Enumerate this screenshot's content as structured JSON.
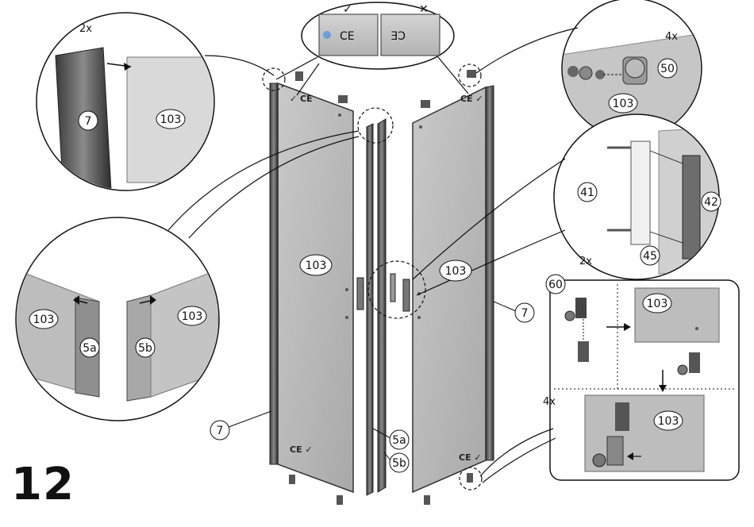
{
  "step": {
    "number": "12"
  },
  "callouts": {
    "top_left": {
      "quantity": "2x",
      "labels": [
        "7",
        "103"
      ]
    },
    "mid_left": {
      "labels": [
        "103",
        "5a",
        "5b",
        "103"
      ]
    },
    "top_center": {
      "ok_mark": "✓",
      "bad_mark": "✕",
      "ce_text": "CE"
    },
    "top_right": {
      "quantity": "4x",
      "labels": [
        "50",
        "103"
      ]
    },
    "mid_right": {
      "quantity": "2x",
      "labels": [
        "41",
        "42",
        "45"
      ]
    },
    "bottom_right": {
      "quantity": "4x",
      "labels": [
        "60",
        "103",
        "103"
      ]
    }
  },
  "main": {
    "left_panel_label": "103",
    "right_panel_label": "103",
    "profile_left": "7",
    "profile_right": "7",
    "seal_a": "5a",
    "seal_b": "5b"
  }
}
